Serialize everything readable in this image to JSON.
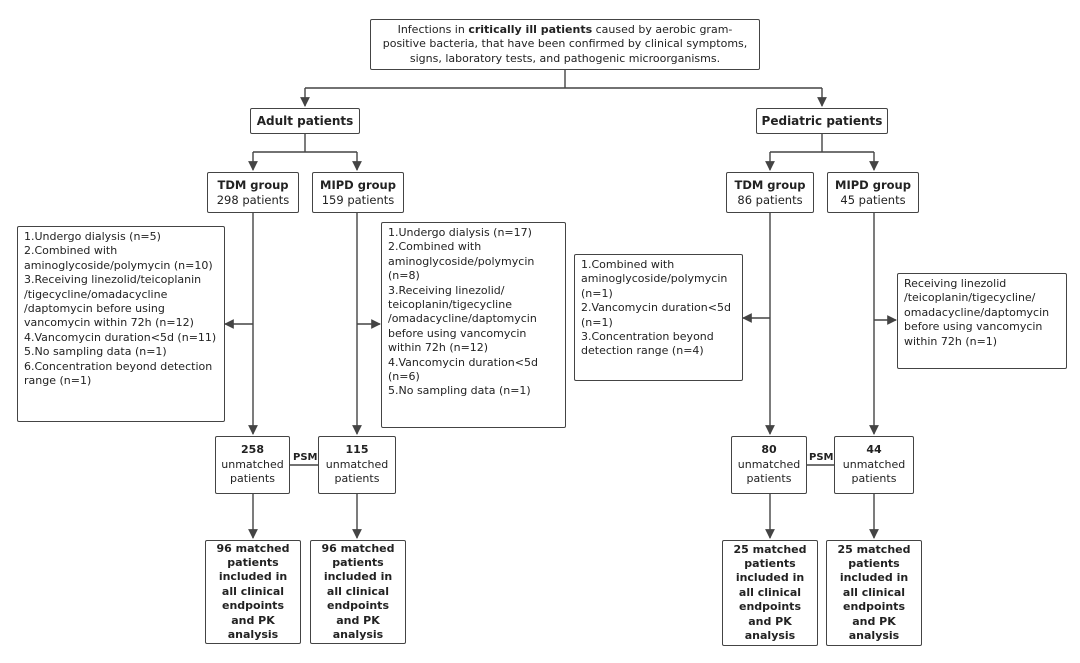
{
  "top": {
    "pre": "Infections in ",
    "bold": "critically ill patients",
    "post": " caused by aerobic gram-positive bacteria, that have been confirmed by clinical symptoms, signs, laboratory tests, and pathogenic microorganisms."
  },
  "adult": {
    "title": "Adult patients",
    "tdm": {
      "title": "TDM group",
      "count": "298  patients"
    },
    "mipd": {
      "title": "MIPD group",
      "count": "159  patients"
    },
    "tdm_exclusions": [
      "1.Undergo dialysis (n=5)",
      "2.Combined with aminoglycoside/polymycin (n=10)",
      "3.Receiving linezolid/teicoplanin /tigecycline/omadacycline /daptomycin before using vancomycin within 72h (n=12)",
      "4.Vancomycin duration<5d (n=11)",
      "5.No sampling data (n=1)",
      "6.Concentration beyond detection range (n=1)"
    ],
    "mipd_exclusions": [
      "1.Undergo dialysis (n=17)",
      "2.Combined with aminoglycoside/polymycin (n=8)",
      "3.Receiving linezolid/ teicoplanin/tigecycline /omadacycline/daptomycin before using vancomycin within 72h (n=12)",
      "4.Vancomycin duration<5d (n=6)",
      "5.No sampling data (n=1)"
    ],
    "tdm_unmatched": {
      "count": "258",
      "label": "unmatched patients"
    },
    "mipd_unmatched": {
      "count": "115",
      "label": "unmatched patients"
    },
    "tdm_matched": "96 matched patients included in all clinical endpoints and PK analysis",
    "mipd_matched": "96 matched patients included in all clinical endpoints and PK analysis"
  },
  "pediatric": {
    "title": "Pediatric patients",
    "tdm": {
      "title": "TDM group",
      "count": "86  patients"
    },
    "mipd": {
      "title": "MIPD group",
      "count": "45 patients"
    },
    "tdm_exclusions": [
      "1.Combined with aminoglycoside/polymycin (n=1)",
      "2.Vancomycin duration<5d (n=1)",
      "3.Concentration beyond detection range (n=4)"
    ],
    "mipd_exclusions": [
      "Receiving linezolid /teicoplanin/tigecycline/ omadacycline/daptomycin before using vancomycin within 72h (n=1)"
    ],
    "tdm_unmatched": {
      "count": "80",
      "label": "unmatched patients"
    },
    "mipd_unmatched": {
      "count": "44",
      "label": "unmatched patients"
    },
    "tdm_matched": "25 matched patients included in all clinical endpoints and PK analysis",
    "mipd_matched": "25 matched patients included in all clinical endpoints and PK analysis"
  },
  "psm_label": "PSM"
}
